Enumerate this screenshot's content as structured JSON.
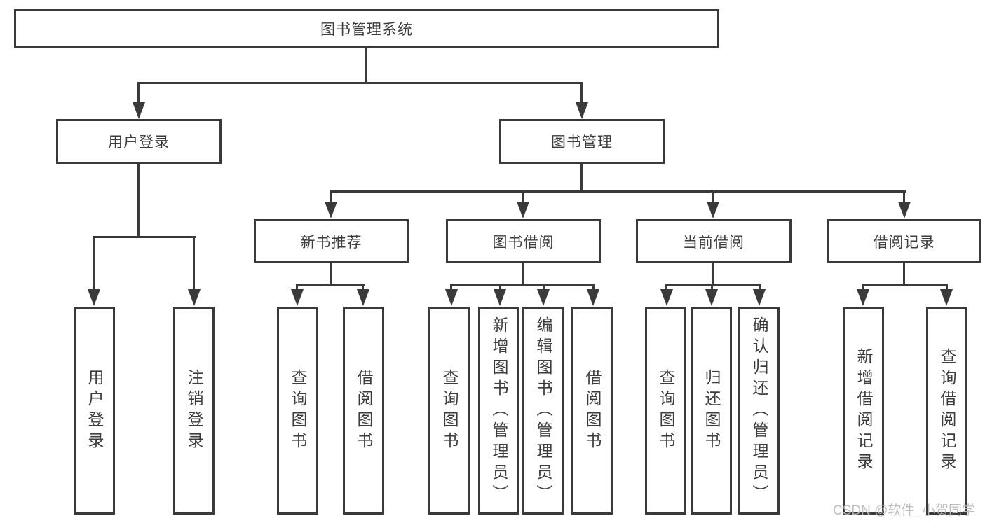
{
  "diagram": {
    "root": {
      "label": "图书管理系统"
    },
    "branches": [
      {
        "label": "用户登录",
        "children": [
          {
            "label": "用户登录"
          },
          {
            "label": "注销登录"
          }
        ]
      },
      {
        "label": "图书管理",
        "children": [
          {
            "label": "新书推荐",
            "children": [
              {
                "label": "查询图书"
              },
              {
                "label": "借阅图书"
              }
            ]
          },
          {
            "label": "图书借阅",
            "children": [
              {
                "label": "查询图书"
              },
              {
                "label": "新增图书（管理员）"
              },
              {
                "label": "编辑图书（管理员）"
              },
              {
                "label": "借阅图书"
              }
            ]
          },
          {
            "label": "当前借阅",
            "children": [
              {
                "label": "查询图书"
              },
              {
                "label": "归还图书"
              },
              {
                "label": "确认归还（管理员）"
              }
            ]
          },
          {
            "label": "借阅记录",
            "children": [
              {
                "label": "新增借阅记录"
              },
              {
                "label": "查询借阅记录"
              }
            ]
          }
        ]
      }
    ]
  },
  "watermark": {
    "text": "CSDN @软件_小贺同学"
  },
  "colors": {
    "line": "#3a3a3a",
    "text": "#3d3d3d",
    "watermark": "#bababa",
    "background": "#ffffff"
  }
}
